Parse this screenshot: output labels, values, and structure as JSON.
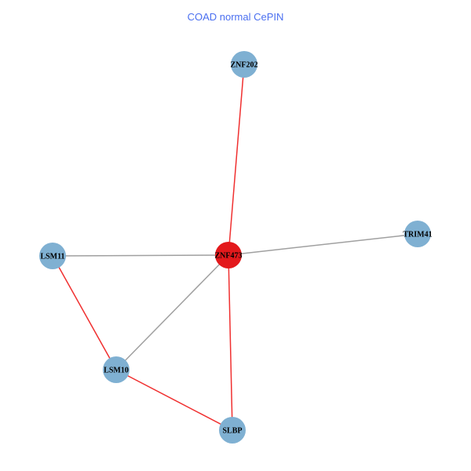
{
  "title": "COAD normal CePIN",
  "colors": {
    "node_default": "#7fb0d2",
    "node_highlight": "#e3191c",
    "edge_red": "#f03030",
    "edge_gray": "#a0a0a0"
  },
  "nodes": [
    {
      "id": "ZNF202",
      "highlight": false
    },
    {
      "id": "ZNF473",
      "highlight": true
    },
    {
      "id": "TRIM41",
      "highlight": false
    },
    {
      "id": "LSM11",
      "highlight": false
    },
    {
      "id": "LSM10",
      "highlight": false
    },
    {
      "id": "SLBP",
      "highlight": false
    }
  ],
  "edges": [
    {
      "source": "ZNF202",
      "target": "ZNF473",
      "type": "red"
    },
    {
      "source": "ZNF473",
      "target": "TRIM41",
      "type": "gray"
    },
    {
      "source": "LSM11",
      "target": "ZNF473",
      "type": "gray"
    },
    {
      "source": "LSM10",
      "target": "ZNF473",
      "type": "gray"
    },
    {
      "source": "ZNF473",
      "target": "SLBP",
      "type": "red"
    },
    {
      "source": "LSM11",
      "target": "LSM10",
      "type": "red"
    },
    {
      "source": "LSM10",
      "target": "SLBP",
      "type": "red"
    }
  ]
}
